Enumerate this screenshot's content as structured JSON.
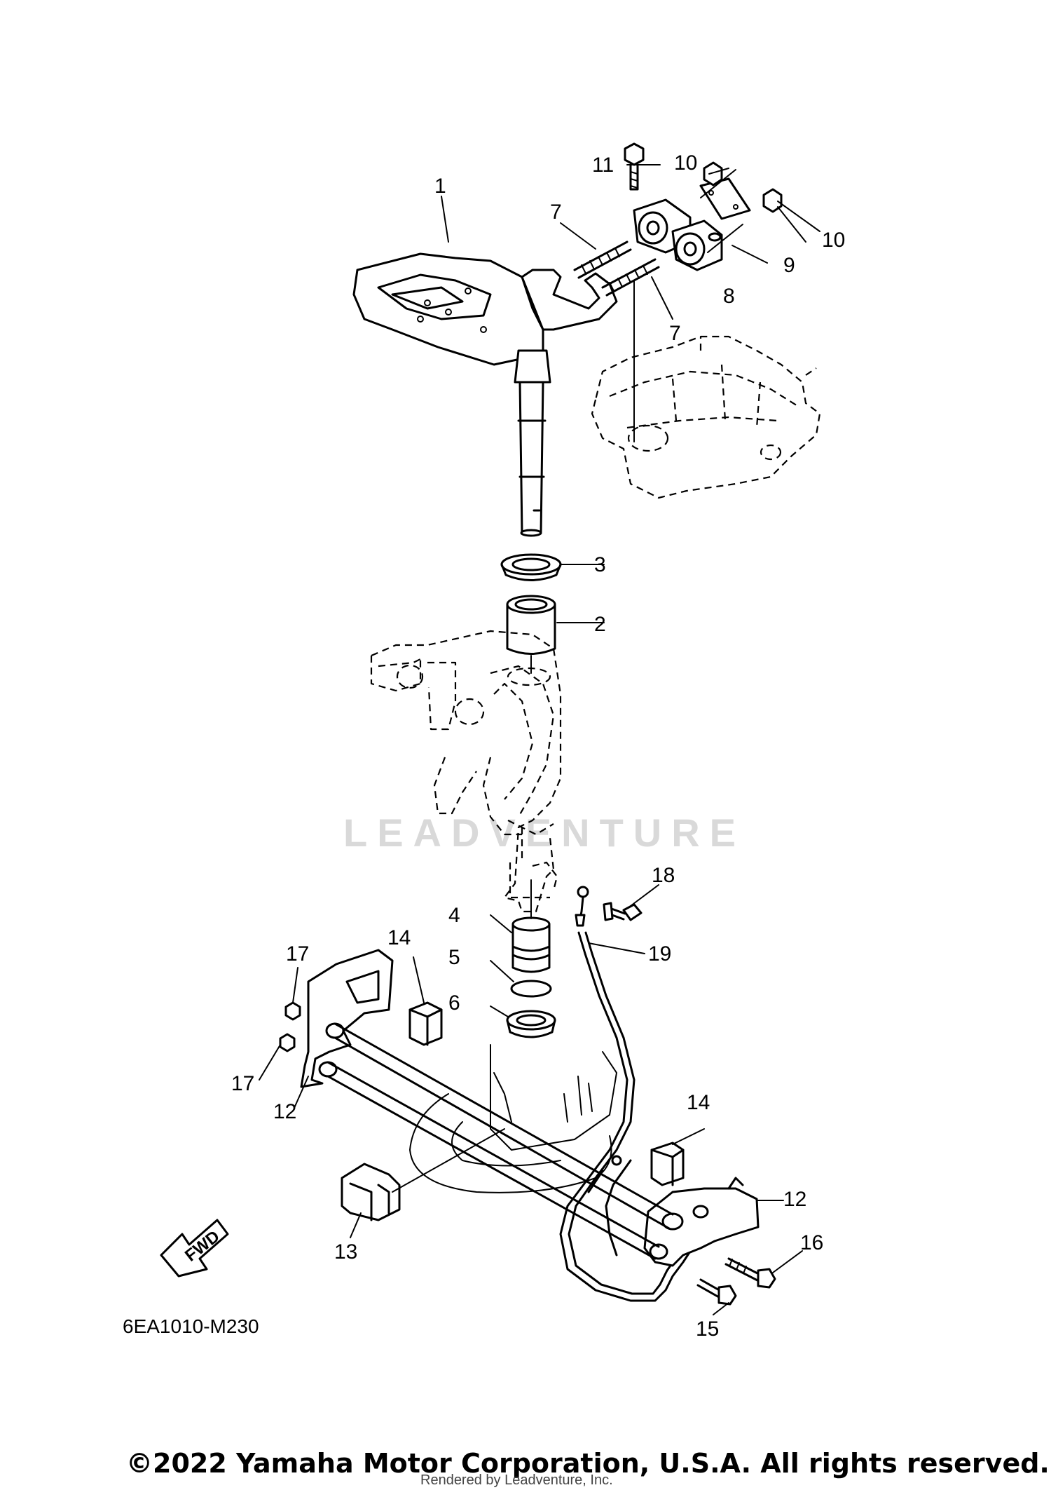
{
  "diagram": {
    "drawing_code": "6EA1010-M230",
    "fwd_label": "FWD",
    "watermark": "LEADVENTURE",
    "copyright": "©2022 Yamaha Motor Corporation, U.S.A. All rights reserved.",
    "rendered_by": "Rendered by Leadventure, Inc.",
    "callouts": {
      "c1": "1",
      "c2": "2",
      "c3": "3",
      "c4": "4",
      "c5": "5",
      "c6": "6",
      "c7a": "7",
      "c7b": "7",
      "c8": "8",
      "c9": "9",
      "c10a": "10",
      "c10b": "10",
      "c11": "11",
      "c12a": "12",
      "c12b": "12",
      "c13": "13",
      "c14a": "14",
      "c14b": "14",
      "c15": "15",
      "c16": "16",
      "c17a": "17",
      "c17b": "17",
      "c18": "18",
      "c19": "19"
    }
  }
}
